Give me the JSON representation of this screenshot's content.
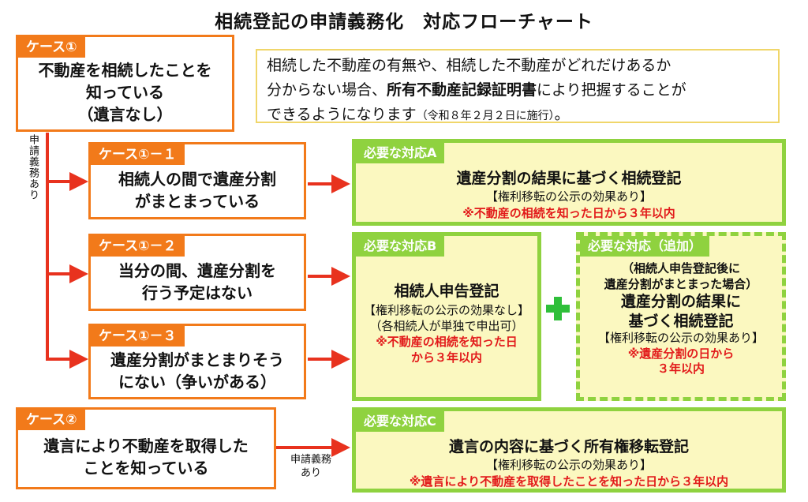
{
  "title": "相続登記の申請義務化　対応フローチャート",
  "note": {
    "line1": "相続した不動産の有無や、相続した不動産がどれだけあるか",
    "line2_pre": "分からない場合、",
    "line2_bold": "所有不動産記録証明書",
    "line2_post": "により把握することが",
    "line3_pre": "できるようになります",
    "line3_small": "（令和８年２月２日に施行）",
    "line3_post": "。"
  },
  "case1": {
    "tag": "ケース①",
    "line1": "不動産を相続したことを",
    "line2": "知っている",
    "line3": "（遺言なし）"
  },
  "case1_1": {
    "tag": "ケース①－１",
    "line1": "相続人の間で遺産分割",
    "line2": "がまとまっている"
  },
  "case1_2": {
    "tag": "ケース①－２",
    "line1": "当分の間、遺産分割を",
    "line2": "行う予定はない"
  },
  "case1_3": {
    "tag": "ケース①－３",
    "line1": "遺産分割がまとまりそう",
    "line2": "にない（争いがある）"
  },
  "case2": {
    "tag": "ケース②",
    "line1": "遺言により不動産を取得した",
    "line2": "ことを知っている"
  },
  "obligation_vertical": "申請義務あり",
  "obligation_h1": "申請義務",
  "obligation_h2": "あり",
  "respA": {
    "tag": "必要な対応A",
    "main": "遺産分割の結果に基づく相続登記",
    "sub": "【権利移転の公示の効果あり】",
    "red": "※不動産の相続を知った日から３年以内"
  },
  "respB": {
    "tag": "必要な対応B",
    "main": "相続人申告登記",
    "sub1": "【権利移転の公示の効果なし】",
    "sub2": "（各相続人が単独で申出可）",
    "red1": "※不動産の相続を知った日",
    "red2": "から３年以内"
  },
  "respAdd": {
    "tag": "必要な対応（追加）",
    "pre1": "（相続人申告登記後に",
    "pre2": "遺産分割がまとまった場合）",
    "main1": "遺産分割の結果に",
    "main2": "基づく相続登記",
    "sub": "【権利移転の公示の効果あり】",
    "red1": "※遺産分割の日から",
    "red2": "３年以内"
  },
  "respC": {
    "tag": "必要な対応C",
    "main": "遺言の内容に基づく所有権移転登記",
    "sub": "【権利移転の公示の効果あり】",
    "red": "※遺言により不動産を取得したことを知った日から３年以内"
  },
  "colors": {
    "orange": "#f27a1a",
    "arrow": "#e8321e",
    "green": "#8fd23f",
    "yellow_fill": "#fbf8c0",
    "red_text": "#e21b1b",
    "plus_green": "#2fbf3a"
  },
  "icons": {
    "plus": "plus-icon"
  }
}
